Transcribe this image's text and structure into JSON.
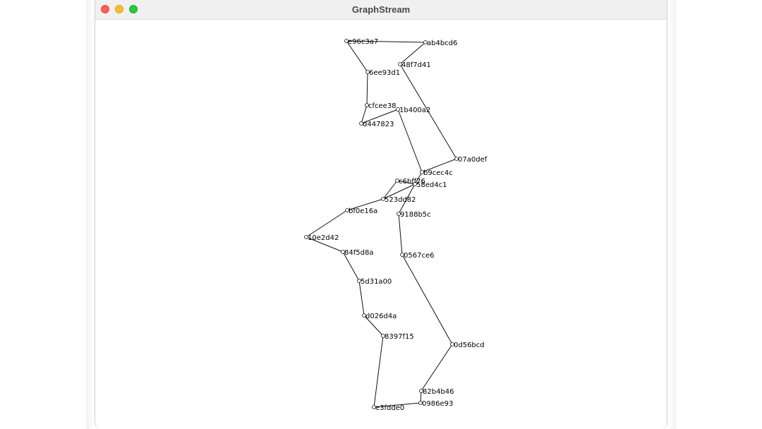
{
  "window": {
    "title": "GraphStream"
  },
  "graph": {
    "nodes": [
      {
        "id": "e96c3a7",
        "label": "e96c3a7"
      },
      {
        "id": "ab4bcd6",
        "label": "ab4bcd6"
      },
      {
        "id": "48f7d41",
        "label": "48f7d41"
      },
      {
        "id": "6ee93d1",
        "label": "6ee93d1"
      },
      {
        "id": "cfcee38",
        "label": "cfcee38"
      },
      {
        "id": "1b400a2",
        "label": "1b400a2"
      },
      {
        "id": "d447823",
        "label": "d447823"
      },
      {
        "id": "07a0def",
        "label": "07a0def"
      },
      {
        "id": "b9cec4c",
        "label": "b9cec4c"
      },
      {
        "id": "c6bff76",
        "label": "c6bff76"
      },
      {
        "id": "58ed4c1",
        "label": "58ed4c1"
      },
      {
        "id": "523dd82",
        "label": "523dd82"
      },
      {
        "id": "bf0e16a",
        "label": "bf0e16a"
      },
      {
        "id": "9188b5c",
        "label": "9188b5c"
      },
      {
        "id": "10e2d42",
        "label": "10e2d42"
      },
      {
        "id": "84f5d8a",
        "label": "84f5d8a"
      },
      {
        "id": "0567ce6",
        "label": "0567ce6"
      },
      {
        "id": "5d31a00",
        "label": "5d31a00"
      },
      {
        "id": "d026d4a",
        "label": "d026d4a"
      },
      {
        "id": "8397f15",
        "label": "8397f15"
      },
      {
        "id": "0d56bcd",
        "label": "0d56bcd"
      },
      {
        "id": "82b4b46",
        "label": "82b4b46"
      },
      {
        "id": "0986e93",
        "label": "0986e93"
      },
      {
        "id": "e3fdde0",
        "label": "e3fdde0"
      }
    ],
    "edges": [
      [
        "e96c3a7",
        "ab4bcd6"
      ],
      [
        "ab4bcd6",
        "48f7d41"
      ],
      [
        "e96c3a7",
        "6ee93d1"
      ],
      [
        "48f7d41",
        "07a0def"
      ],
      [
        "6ee93d1",
        "cfcee38"
      ],
      [
        "cfcee38",
        "d447823"
      ],
      [
        "d447823",
        "1b400a2"
      ],
      [
        "1b400a2",
        "b9cec4c"
      ],
      [
        "07a0def",
        "b9cec4c"
      ],
      [
        "b9cec4c",
        "58ed4c1"
      ],
      [
        "c6bff76",
        "58ed4c1"
      ],
      [
        "c6bff76",
        "523dd82"
      ],
      [
        "523dd82",
        "bf0e16a"
      ],
      [
        "523dd82",
        "58ed4c1"
      ],
      [
        "58ed4c1",
        "9188b5c"
      ],
      [
        "bf0e16a",
        "10e2d42"
      ],
      [
        "10e2d42",
        "84f5d8a"
      ],
      [
        "84f5d8a",
        "5d31a00"
      ],
      [
        "5d31a00",
        "d026d4a"
      ],
      [
        "d026d4a",
        "8397f15"
      ],
      [
        "8397f15",
        "e3fdde0"
      ],
      [
        "9188b5c",
        "0567ce6"
      ],
      [
        "0567ce6",
        "0d56bcd"
      ],
      [
        "0d56bcd",
        "82b4b46"
      ],
      [
        "82b4b46",
        "0986e93"
      ],
      [
        "0986e93",
        "e3fdde0"
      ]
    ]
  }
}
